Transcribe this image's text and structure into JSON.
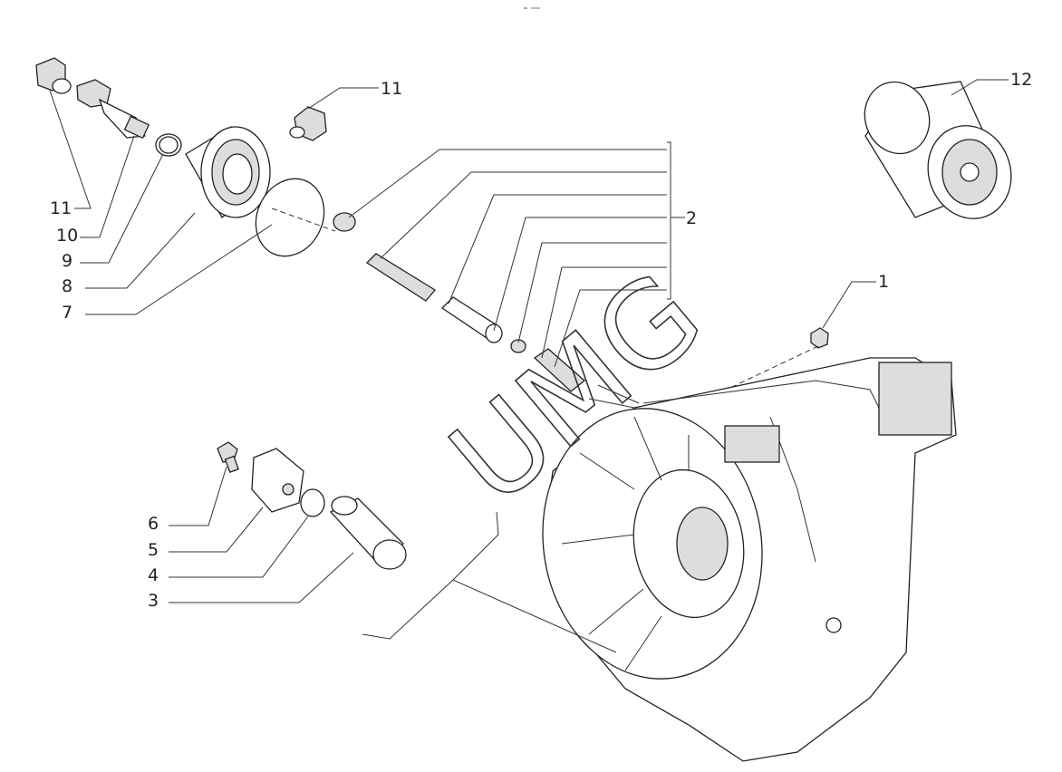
{
  "header_text": "",
  "watermark": "UMG",
  "callouts": [
    "1",
    "2",
    "3",
    "4",
    "5",
    "6",
    "7",
    "8",
    "9",
    "10",
    "11",
    "11",
    "12"
  ]
}
